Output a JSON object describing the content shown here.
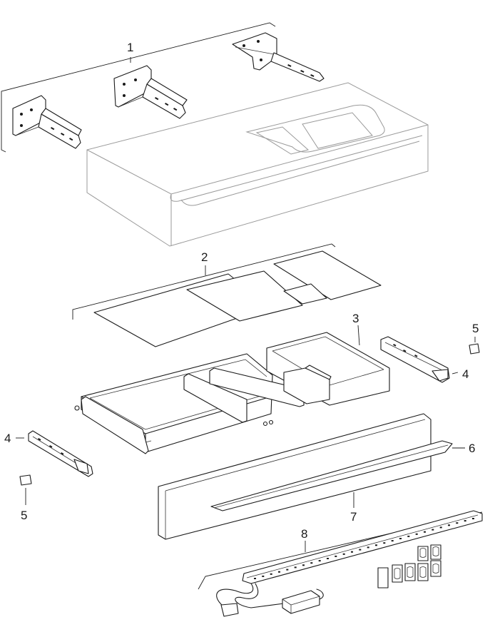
{
  "callouts": {
    "c1": "1",
    "c2": "2",
    "c3": "3",
    "c4_right": "4",
    "c4_left": "4",
    "c5_right": "5",
    "c5_left": "5",
    "c6": "6",
    "c7": "7",
    "c8": "8"
  },
  "colors": {
    "line": "#1a1a1a",
    "background": "#ffffff"
  }
}
